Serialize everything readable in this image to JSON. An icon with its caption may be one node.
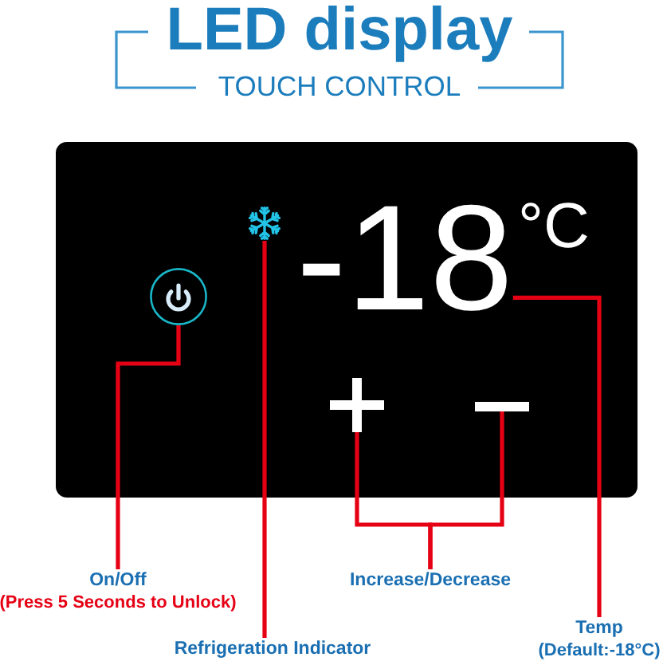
{
  "diagram": {
    "title": "LED display",
    "nodes": [
      {
        "text": [],
        "shape": "box"
      },
      {
        "text": [],
        "shape": "picture",
        "in": 0
      },
      {
        "text": [],
        "shape": "picture",
        "in": 0
      },
      {
        "text": [
          "-18"
        ],
        "in": 0,
        "beside": [
          "°C"
        ]
      },
      {
        "text": [],
        "shape": "picture",
        "in": 0
      },
      {
        "text": [],
        "shape": "bar",
        "in": 0
      },
      {
        "text": [
          "On/Off",
          "(Press 5 Seconds to Unlock)"
        ]
      },
      {
        "text": [
          "Increase/Decrease"
        ]
      },
      {
        "text": [
          "Temp",
          "(Default:-18°C)"
        ]
      },
      {
        "text": [
          "Refrigeration Indicator"
        ]
      }
    ],
    "edges": [
      {
        "from": 6,
        "to": 1,
        "arrow": "none"
      },
      {
        "from": 7,
        "to": 4,
        "arrow": "none"
      },
      {
        "from": 7,
        "to": 5,
        "arrow": "none"
      },
      {
        "from": 8,
        "to": 3,
        "arrow": "none"
      },
      {
        "from": 9,
        "to": 2,
        "arrow": "none"
      }
    ],
    "labels": [
      "TOUCH CONTROL"
    ]
  }
}
